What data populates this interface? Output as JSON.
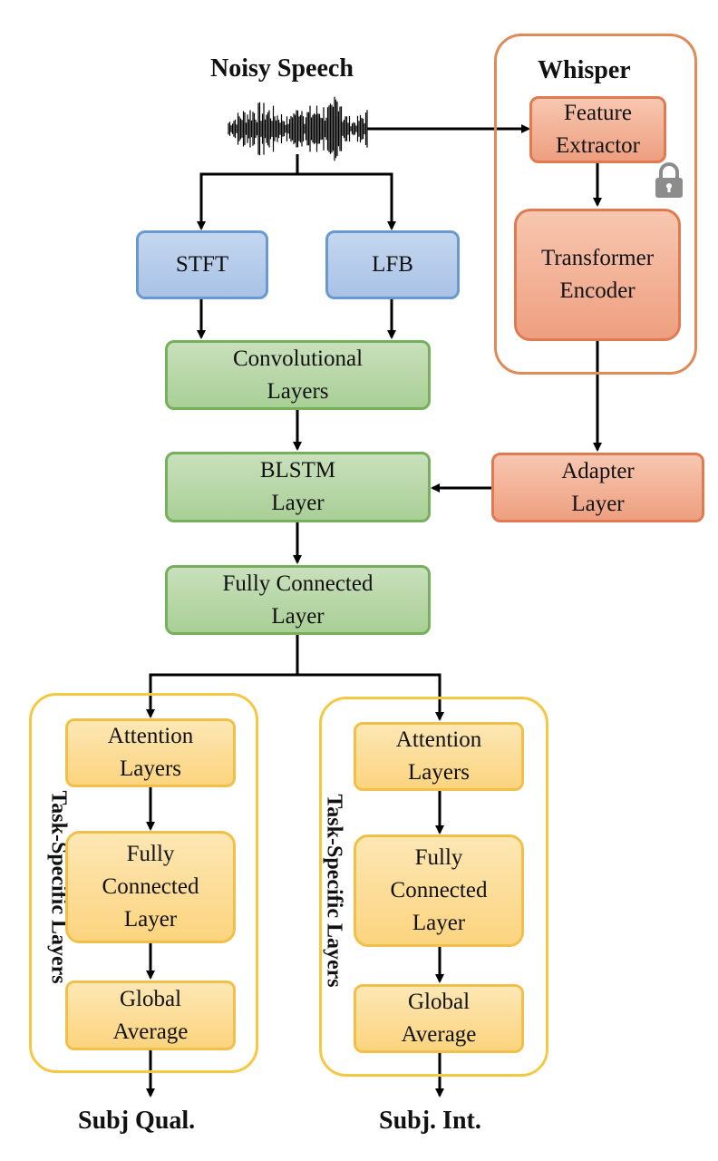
{
  "input": {
    "title": "Noisy Speech"
  },
  "whisper": {
    "title": "Whisper",
    "feature_extractor": "Feature\nExtractor",
    "transformer_encoder": "Transformer\nEncoder",
    "lock_icon": "lock-icon"
  },
  "front_end": {
    "stft": "STFT",
    "lfb": "LFB"
  },
  "shared": {
    "conv": "Convolutional\nLayers",
    "blstm": "BLSTM\nLayer",
    "fc": "Fully Connected\nLayer"
  },
  "adapter": "Adapter\nLayer",
  "branches": [
    {
      "group_label": "Task-Specific Layers",
      "attention": "Attention\nLayers",
      "fc": "Fully\nConnected\nLayer",
      "global_avg": "Global\nAverage",
      "output": "Subj Qual."
    },
    {
      "group_label": "Task-Specific Layers",
      "attention": "Attention\nLayers",
      "fc": "Fully\nConnected\nLayer",
      "global_avg": "Global\nAverage",
      "output": "Subj. Int."
    }
  ],
  "colors": {
    "blue": "#a9c2e6",
    "green": "#a9cf96",
    "orange": "#ee9f80",
    "yellow": "#fbd47f",
    "whisper_border": "#e08a55",
    "task_border": "#f5c842"
  }
}
